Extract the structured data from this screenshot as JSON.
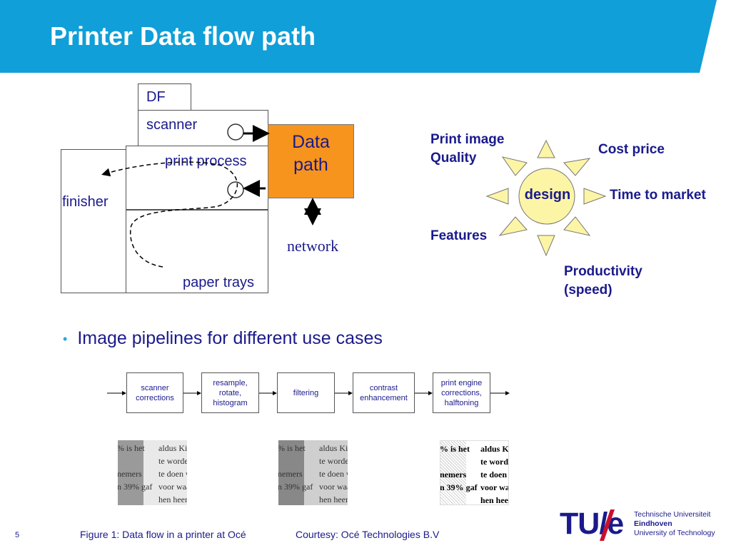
{
  "header": {
    "title": "Printer Data flow path",
    "color": "#109fd8"
  },
  "printer": {
    "df": "DF",
    "scanner": "scanner",
    "print_process": "print process",
    "finisher": "finisher",
    "paper_trays": "paper trays",
    "data_path": [
      "Data",
      "path"
    ],
    "network": "network"
  },
  "design": {
    "center": "design",
    "factors": {
      "print_image_quality": [
        "Print image",
        "Quality"
      ],
      "cost_price": "Cost price",
      "time_to_market": "Time to market",
      "features": "Features",
      "productivity": [
        "Productivity",
        "(speed)"
      ]
    }
  },
  "bullet": "Image pipelines for different use cases",
  "pipeline": [
    [
      "scanner",
      "corrections"
    ],
    [
      "resample,",
      "rotate,",
      "histogram"
    ],
    [
      "filtering"
    ],
    [
      "contrast",
      "enhancement"
    ],
    [
      "print engine",
      "corrections,",
      "halftoning"
    ]
  ],
  "samples": {
    "left_lines": [
      "% is het",
      "",
      "nemers",
      "n 39% gaf"
    ],
    "right_lines": [
      "aldus King",
      "te worden,",
      "te doen wa",
      "voor waard",
      "hen heen."
    ]
  },
  "footer": {
    "page": "5",
    "caption": "Figure 1: Data flow in a printer at Océ",
    "courtesy": "Courtesy: Océ Technologies B.V",
    "logo": "TU/e",
    "university": [
      "Technische Universiteit",
      "Eindhoven",
      "University of Technology"
    ]
  },
  "colors": {
    "accent": "#109fd8",
    "data_path": "#f7941d",
    "sun": "#fdf5a6",
    "text_blue": "#1a1a8c",
    "logo_red": "#c8102e"
  }
}
